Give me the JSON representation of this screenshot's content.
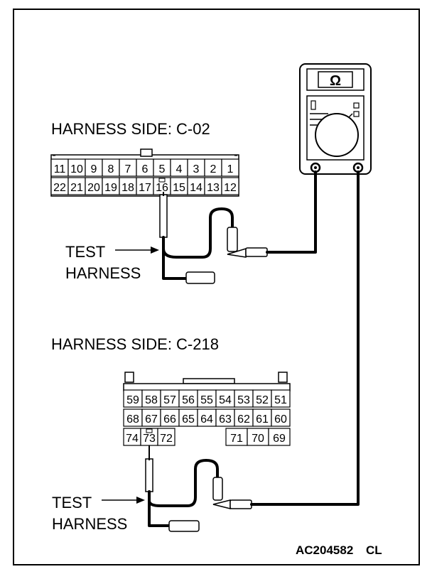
{
  "connector_c02": {
    "label": "HARNESS SIDE: C-02",
    "row_top": [
      "11",
      "10",
      "9",
      "8",
      "7",
      "6",
      "5",
      "4",
      "3",
      "2",
      "1"
    ],
    "row_bottom": [
      "22",
      "21",
      "20",
      "19",
      "18",
      "17",
      "16",
      "15",
      "14",
      "13",
      "12"
    ],
    "probe_pin": "16"
  },
  "connector_c218": {
    "label": "HARNESS SIDE: C-218",
    "row_1": [
      "59",
      "58",
      "57",
      "56",
      "55",
      "54",
      "53",
      "52",
      "51"
    ],
    "row_2": [
      "68",
      "67",
      "66",
      "65",
      "64",
      "63",
      "62",
      "61",
      "60"
    ],
    "row_3_left": [
      "74",
      "73",
      "72"
    ],
    "row_3_right": [
      "71",
      "70",
      "69"
    ],
    "probe_pin": "73"
  },
  "test_harness_label_1": {
    "line1": "TEST",
    "line2": "HARNESS"
  },
  "test_harness_label_2": {
    "line1": "TEST",
    "line2": "HARNESS"
  },
  "multimeter": {
    "display_symbol": "Ω"
  },
  "figure_code": {
    "main": "AC204582",
    "suffix": "CL"
  }
}
